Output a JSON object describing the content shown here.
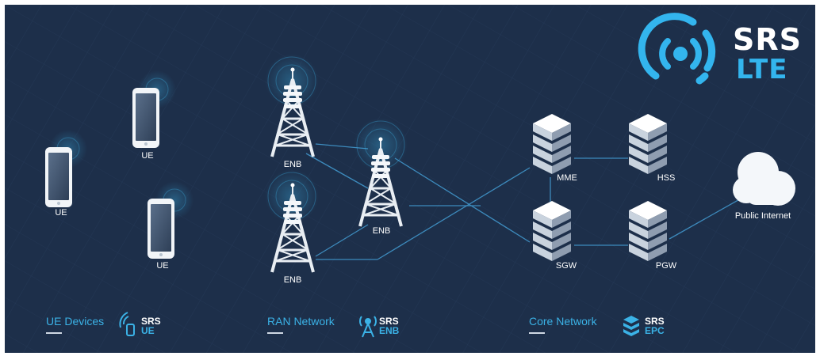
{
  "logo": {
    "line1": "SRS",
    "line2": "LTE",
    "accent": "#33b5ee"
  },
  "nodes": {
    "ue1": "UE",
    "ue2": "UE",
    "ue3": "UE",
    "enb1": "ENB",
    "enb2": "ENB",
    "enb3": "ENB",
    "mme": "MME",
    "hss": "HSS",
    "sgw": "SGW",
    "pgw": "PGW",
    "internet": "Public Internet"
  },
  "sections": {
    "ue": {
      "title": "UE Devices",
      "badge_top": "SRS",
      "badge_bottom": "UE"
    },
    "ran": {
      "title": "RAN Network",
      "badge_top": "SRS",
      "badge_bottom": "ENB"
    },
    "core": {
      "title": "Core Network",
      "badge_top": "SRS",
      "badge_bottom": "EPC"
    }
  },
  "icons": [
    "phone-icon",
    "cell-tower-icon",
    "server-stack-icon",
    "cloud-icon",
    "srs-logo-icon"
  ],
  "colors": {
    "background": "#1d2f4a",
    "accent": "#3bb2e6",
    "link": "#3d8bbd"
  }
}
